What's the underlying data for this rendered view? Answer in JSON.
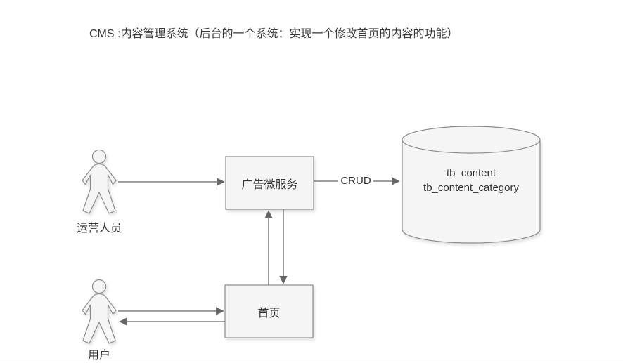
{
  "title": "CMS :内容管理系统（后台的一个系统：实现一个修改首页的内容的功能）",
  "diagram": {
    "actors": [
      {
        "id": "operator",
        "label": "运营人员"
      },
      {
        "id": "user",
        "label": "用户"
      }
    ],
    "processes": [
      {
        "id": "ad-service",
        "label": "广告微服务"
      },
      {
        "id": "homepage",
        "label": "首页"
      }
    ],
    "database": {
      "tables": [
        "tb_content",
        "tb_content_category"
      ]
    },
    "edges": [
      {
        "from": "operator",
        "to": "ad-service",
        "label": "",
        "arrow": "to"
      },
      {
        "from": "ad-service",
        "to": "database",
        "label": "CRUD",
        "arrow": "to"
      },
      {
        "from": "homepage",
        "to": "ad-service",
        "label": "",
        "arrow": "to"
      },
      {
        "from": "ad-service",
        "to": "homepage",
        "label": "",
        "arrow": "to"
      },
      {
        "from": "user",
        "to": "homepage",
        "label": "",
        "arrow": "to"
      },
      {
        "from": "homepage",
        "to": "user",
        "label": "",
        "arrow": "to"
      }
    ]
  },
  "colors": {
    "shape_fill": "#f5f5f5",
    "shape_stroke": "#8c8c8c",
    "arrow": "#666666",
    "text": "#333333",
    "background": "#ffffff"
  }
}
